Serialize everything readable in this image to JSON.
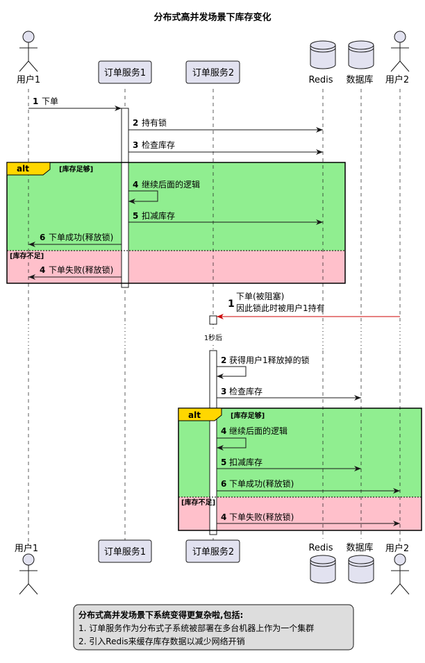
{
  "title": "分布式高并发场景下库存变化",
  "participants": {
    "user1": "用户1",
    "order1": "订单服务1",
    "order2": "订单服务2",
    "redis": "Redis",
    "db": "数据库",
    "user2": "用户2"
  },
  "messages": {
    "m1": {
      "num": "1",
      "text": "下单"
    },
    "m2": {
      "num": "2",
      "text": "持有锁"
    },
    "m3": {
      "num": "3",
      "text": "检查库存"
    },
    "m4": {
      "num": "4",
      "text": "继续后面的逻辑"
    },
    "m5": {
      "num": "5",
      "text": "扣减库存"
    },
    "m6": {
      "num": "6",
      "text": "下单成功(释放锁)"
    },
    "m7": {
      "num": "4",
      "text": "下单失败(释放锁)"
    },
    "n1": {
      "num": "1",
      "line1": "下单(被阻塞)",
      "line2": "因此锁此时被用户1持有"
    },
    "n2": {
      "num": "2",
      "text": "获得用户1释放掉的锁"
    },
    "n3": {
      "num": "3",
      "text": "检查库存"
    },
    "n4": {
      "num": "4",
      "text": "继续后面的逻辑"
    },
    "n5": {
      "num": "5",
      "text": "扣减库存"
    },
    "n6": {
      "num": "6",
      "text": "下单成功(释放锁)"
    },
    "n7": {
      "num": "4",
      "text": "下单失败(释放锁)"
    }
  },
  "fragments": {
    "alt_label": "alt",
    "guard_enough": "[库存足够]",
    "guard_short": "[库存不足]"
  },
  "delay": "1秒后",
  "note": {
    "title": "分布式高并发场景下系统变得更复杂啦,包括:",
    "line1": "1. 订单服务作为分布式子系统被部署在多台机器上作为一个集群",
    "line2": "2. 引入Redis来缓存库存数据以减少网络开销"
  },
  "colors": {
    "participant_fill": "#E2E2F0",
    "alt_enough": "#90EE90",
    "alt_short": "#FFC0CB",
    "alt_tag": "#FFD700",
    "note_fill": "#DDDDDD",
    "blocked_arrow": "#CC0000"
  }
}
